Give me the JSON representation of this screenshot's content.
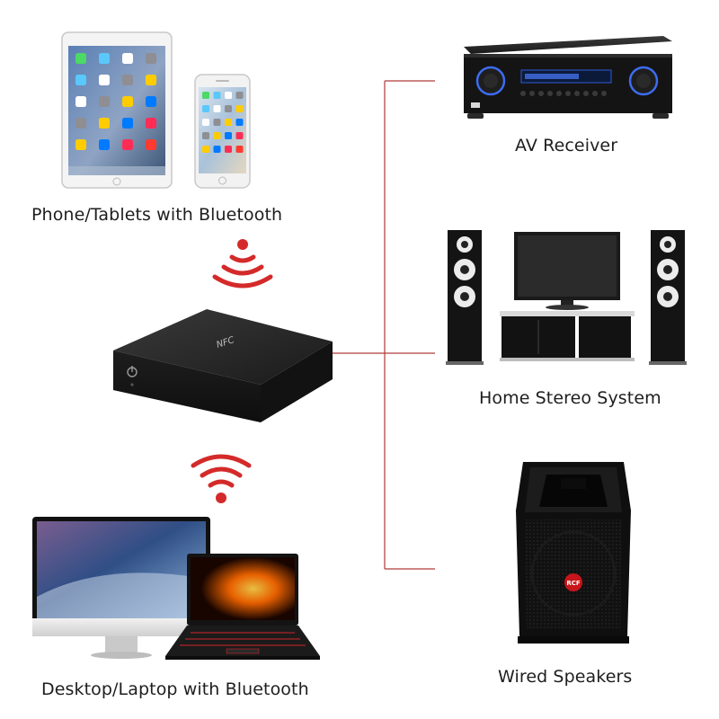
{
  "sources": {
    "mobile_label": "Phone/Tablets with Bluetooth",
    "computer_label": "Desktop/Laptop with Bluetooth"
  },
  "receiver": {
    "nfc_text": "NFC"
  },
  "outputs": {
    "av_receiver_label": "AV Receiver",
    "home_stereo_label": "Home Stereo System",
    "wired_speakers_label": "Wired Speakers",
    "speaker_brand": "RCF"
  },
  "colors": {
    "signal_red": "#d42a2a",
    "connector_line": "#b03a3a",
    "device_black": "#161616"
  }
}
